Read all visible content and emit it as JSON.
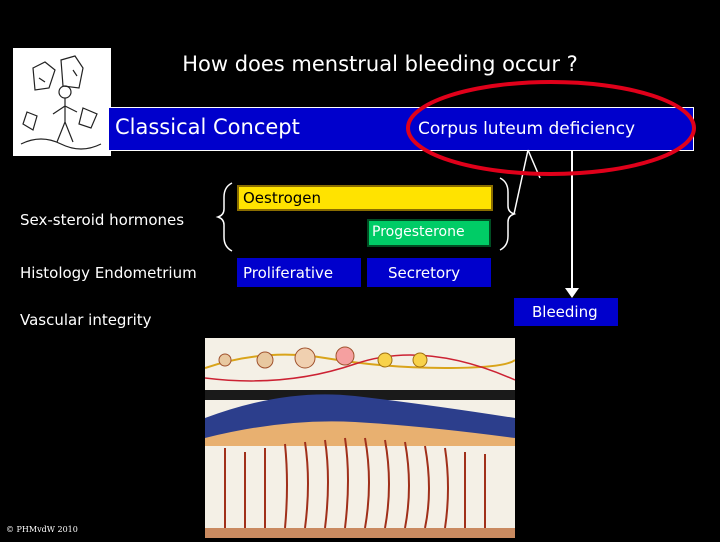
{
  "title": "How does menstrual bleeding occur ?",
  "concept_bar": {
    "left_label": "Classical Concept",
    "right_label": "Corpus luteum deficiency"
  },
  "rows": {
    "hormones": "Sex-steroid hormones",
    "histology": "Histology Endometrium",
    "vascular": "Vascular integrity"
  },
  "boxes": {
    "oestrogen": "Oestrogen",
    "progesterone": "Progesterone",
    "proliferative": "Proliferative",
    "secretory": "Secretory",
    "bleeding": "Bleeding"
  },
  "copyright": "© PHMvdW 2010",
  "colors": {
    "background": "#000000",
    "concept_bar": "#0000cc",
    "oestrogen": "#ffe300",
    "progesterone": "#00cc66",
    "highlight_ring": "#e0001a"
  },
  "icons": {
    "top_left_thumbnail": "cartoon-figures-icon",
    "cycle_figure": "menstrual-cycle-diagram"
  }
}
